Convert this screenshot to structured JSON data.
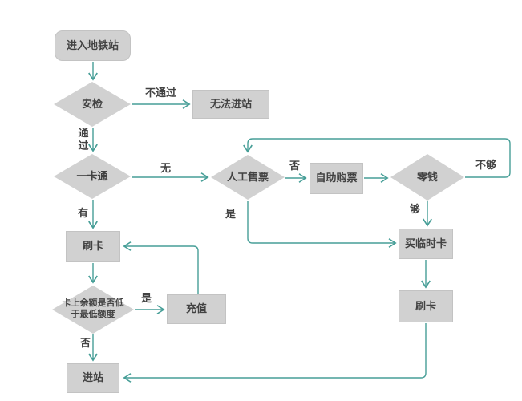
{
  "diagram": {
    "kind": "flowchart",
    "colors": {
      "connector": "#469e97",
      "node_fill": "#d1d1d1",
      "node_border": "#c3c3c3",
      "text": "#424242",
      "background": "#ffffff"
    },
    "nodes": {
      "start": {
        "label": "进入地铁站",
        "shape": "rounded-rect"
      },
      "security": {
        "label": "安检",
        "shape": "diamond"
      },
      "no_entry": {
        "label": "无法进站",
        "shape": "rect"
      },
      "transit_card": {
        "label": "一卡通",
        "shape": "diamond"
      },
      "manual_ticket": {
        "label": "人工售票",
        "shape": "diamond"
      },
      "self_ticket": {
        "label": "自助购票",
        "shape": "rect"
      },
      "change": {
        "label": "零钱",
        "shape": "diamond"
      },
      "buy_temp_card": {
        "label": "买临时卡",
        "shape": "rect"
      },
      "swipe_card_1": {
        "label": "刷卡",
        "shape": "rect"
      },
      "balance_check": {
        "label": "卡上余额是否低\n于最低额度",
        "shape": "diamond"
      },
      "recharge": {
        "label": "充值",
        "shape": "rect"
      },
      "swipe_card_2": {
        "label": "刷卡",
        "shape": "rect"
      },
      "enter_station": {
        "label": "进站",
        "shape": "rect"
      }
    },
    "edge_labels": {
      "security_fail": "不通过",
      "security_pass": "通过",
      "card_none": "无",
      "card_have": "有",
      "manual_no": "否",
      "manual_yes": "是",
      "change_not_enough": "不够",
      "change_enough": "够",
      "balance_yes": "是",
      "balance_no": "否"
    }
  }
}
